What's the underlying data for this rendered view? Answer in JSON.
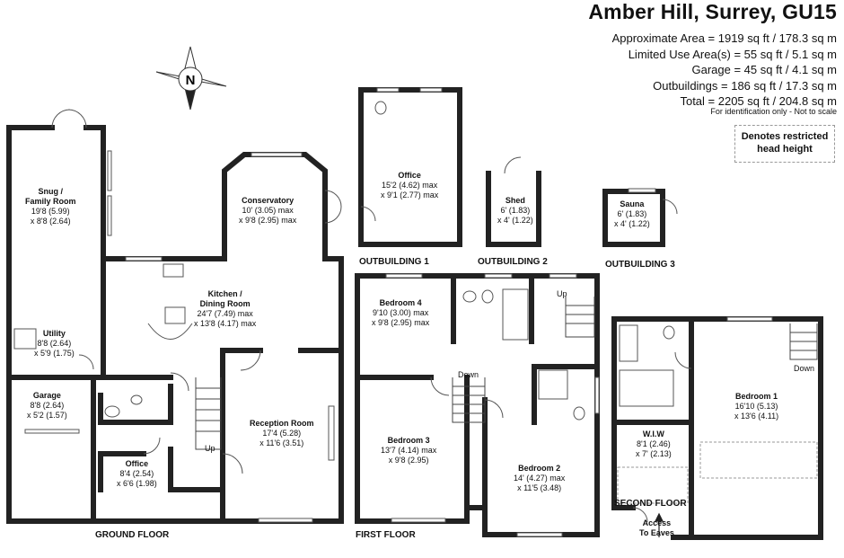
{
  "header": {
    "title": "Amber Hill, Surrey, GU15",
    "areas": [
      "Approximate Area = 1919 sq ft / 178.3 sq m",
      "Limited Use Area(s) = 55 sq ft / 5.1 sq m",
      "Garage = 45 sq ft / 4.1 sq m",
      "Outbuildings = 186 sq ft / 17.3 sq m",
      "Total = 2205 sq ft / 204.8 sq m"
    ],
    "note": "For identification only - Not to scale",
    "restricted_line1": "Denotes restricted",
    "restricted_line2": "head height"
  },
  "compass_label": "N",
  "floors": {
    "ground": "GROUND FLOOR",
    "first": "FIRST FLOOR",
    "second": "SECOND FLOOR",
    "outbuilding1": "OUTBUILDING 1",
    "outbuilding2": "OUTBUILDING 2",
    "outbuilding3": "OUTBUILDING 3"
  },
  "rooms": {
    "snug": {
      "name1": "Snug /",
      "name2": "Family Room",
      "dim1": "19'8 (5.99)",
      "dim2": "x 8'8 (2.64)"
    },
    "conservatory": {
      "name": "Conservatory",
      "dim1": "10' (3.05) max",
      "dim2": "x 9'8 (2.95) max"
    },
    "kitchen": {
      "name1": "Kitchen /",
      "name2": "Dining Room",
      "dim1": "24'7 (7.49) max",
      "dim2": "x 13'8 (4.17) max"
    },
    "utility": {
      "name": "Utility",
      "dim1": "8'8 (2.64)",
      "dim2": "x 5'9 (1.75)"
    },
    "garage": {
      "name": "Garage",
      "dim1": "8'8 (2.64)",
      "dim2": "x 5'2 (1.57)"
    },
    "reception": {
      "name": "Reception Room",
      "dim1": "17'4 (5.28)",
      "dim2": "x 11'6 (3.51)"
    },
    "office_gf": {
      "name": "Office",
      "dim1": "8'4 (2.54)",
      "dim2": "x 6'6 (1.98)"
    },
    "office_out": {
      "name": "Office",
      "dim1": "15'2 (4.62) max",
      "dim2": "x 9'1 (2.77) max"
    },
    "shed": {
      "name": "Shed",
      "dim1": "6' (1.83)",
      "dim2": "x 4' (1.22)"
    },
    "sauna": {
      "name": "Sauna",
      "dim1": "6' (1.83)",
      "dim2": "x 4' (1.22)"
    },
    "bedroom4": {
      "name": "Bedroom 4",
      "dim1": "9'10 (3.00) max",
      "dim2": "x 9'8 (2.95) max"
    },
    "bedroom3": {
      "name": "Bedroom 3",
      "dim1": "13'7 (4.14) max",
      "dim2": "x 9'8 (2.95)"
    },
    "bedroom2": {
      "name": "Bedroom 2",
      "dim1": "14' (4.27) max",
      "dim2": "x 11'5 (3.48)"
    },
    "bedroom1": {
      "name": "Bedroom 1",
      "dim1": "16'10 (5.13)",
      "dim2": "x 13'6 (4.11)"
    },
    "wiw": {
      "name": "W.I.W",
      "dim1": "8'1 (2.46)",
      "dim2": "x 7' (2.13)"
    }
  },
  "stairs": {
    "up_gf": "Up",
    "up_ff": "Up",
    "down_ff": "Down",
    "down_sf": "Down"
  },
  "access": {
    "line1": "Access",
    "line2": "To Eaves"
  }
}
